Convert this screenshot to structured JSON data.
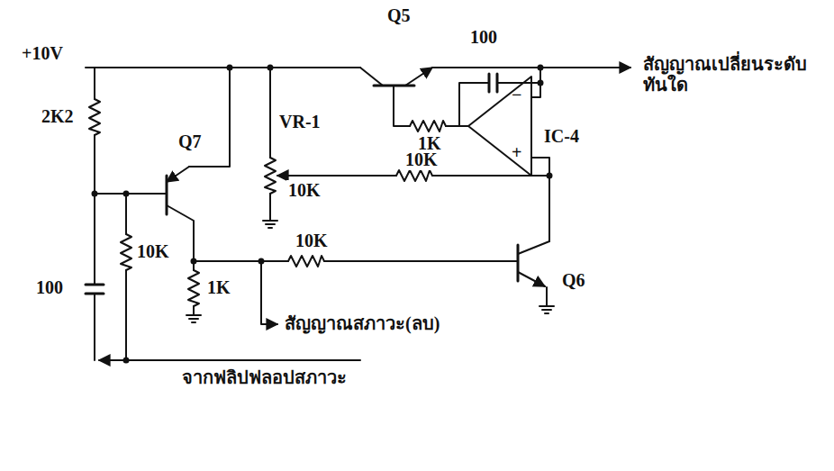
{
  "diagram": {
    "labels": [
      "+10V",
      "Q5",
      "100",
      "สัญญาณเปลี่ยนระดับ ทันใด",
      "1K",
      "−",
      "+",
      "IC-4",
      "2K2",
      "Q7",
      "VR-1",
      "10K",
      "10K",
      "10K",
      "Q6",
      "100",
      "10K",
      "1K",
      "สัญญาณสภาวะ(ลบ)",
      "จากฟลิปฟลอปสภาวะ"
    ]
  }
}
